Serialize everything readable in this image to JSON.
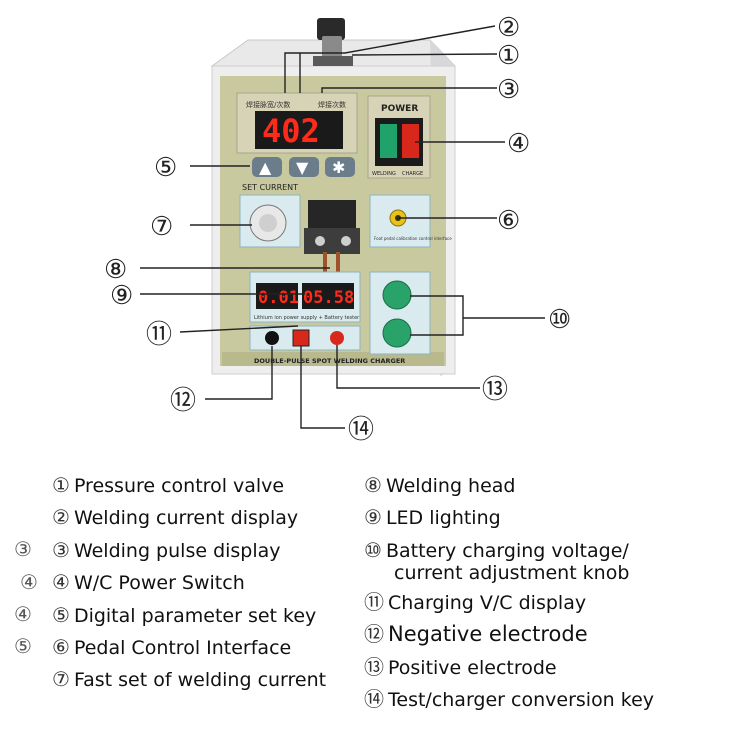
{
  "device": {
    "display_welding_current": "402",
    "display_left": "0.01",
    "display_right": "05.58",
    "label_top_left": "焊接脉宽/次数",
    "label_top_right": "焊接次数",
    "power_label": "POWER",
    "power_sublabel": "WELDING CHARGE",
    "switch_left_label": "WELDING",
    "switch_right_label": "CHARGE",
    "set_current_label": "SET CURRENT",
    "pedal_label": "Foot pedal calibration control interface",
    "battery_tester_label": "Lithium ion power supply + Battery tester",
    "bottom_brand": "DOUBLE-PULSE SPOT WELDING CHARGER",
    "key_left": "▲",
    "key_mid": "▼",
    "key_right": "✱",
    "accent_panel": "#c9c9a0",
    "accent_display_red": "#ff2a1a",
    "accent_knob_green": "#2aa36b"
  },
  "callouts": [
    {
      "id": 1,
      "label": "①"
    },
    {
      "id": 2,
      "label": "②"
    },
    {
      "id": 3,
      "label": "③"
    },
    {
      "id": 4,
      "label": "④"
    },
    {
      "id": 5,
      "label": "⑤"
    },
    {
      "id": 6,
      "label": "⑥"
    },
    {
      "id": 7,
      "label": "⑦"
    },
    {
      "id": 8,
      "label": "⑧"
    },
    {
      "id": 9,
      "label": "⑨"
    },
    {
      "id": 10,
      "label": "⑩"
    },
    {
      "id": 11,
      "label": "⑪"
    },
    {
      "id": 12,
      "label": "⑫"
    },
    {
      "id": 13,
      "label": "⑬"
    },
    {
      "id": 14,
      "label": "⑭"
    }
  ],
  "legend_left": [
    {
      "num": "①",
      "text": "Pressure control valve"
    },
    {
      "num": "②",
      "text": "Welding current display"
    },
    {
      "num": "③",
      "text": "Welding pulse display"
    },
    {
      "num": "④",
      "text": "W/C Power Switch"
    },
    {
      "num": "⑤",
      "text": "Digital parameter set key"
    },
    {
      "num": "⑥",
      "text": "Pedal Control Interface"
    },
    {
      "num": "⑦",
      "text": "Fast set of welding current"
    }
  ],
  "legend_right": [
    {
      "num": "⑧",
      "text": "Welding head"
    },
    {
      "num": "⑨",
      "text": "LED lighting"
    },
    {
      "num": "⑩",
      "text": "Battery charging voltage/"
    },
    {
      "num": "",
      "text": "current  adjustment knob"
    },
    {
      "num": "⑪",
      "text": "Charging V/C display"
    },
    {
      "num": "⑫",
      "text": "Negative electrode"
    },
    {
      "num": "⑬",
      "text": "Positive electrode"
    },
    {
      "num": "⑭",
      "text": "Test/charger conversion key"
    }
  ],
  "stray_numbers": [
    "③",
    "④",
    "④",
    "⑤"
  ]
}
